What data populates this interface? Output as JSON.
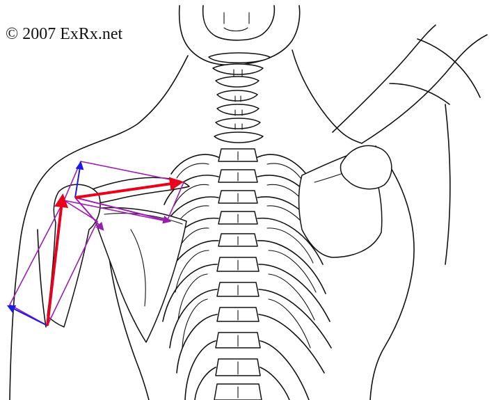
{
  "copyright": "© 2007 ExRx.net",
  "vectors": {
    "resultant_color": "#e8001c",
    "horizontal_component_color": "#1a1ae6",
    "parallelogram_color": "#9a1fb0",
    "vectors": [
      {
        "name": "upper-trapezius-resultant",
        "kind": "resultant"
      },
      {
        "name": "deltoid-resultant",
        "kind": "resultant"
      },
      {
        "name": "trapezius-horizontal-component",
        "kind": "component"
      },
      {
        "name": "deltoid-horizontal-component",
        "kind": "component"
      },
      {
        "name": "trapezius-parallelogram-diagonal",
        "kind": "parallelogram"
      },
      {
        "name": "deltoid-parallelogram-diagonal",
        "kind": "parallelogram"
      }
    ]
  },
  "icons": {
    "figure": "upper-back-skeleton-icon"
  }
}
